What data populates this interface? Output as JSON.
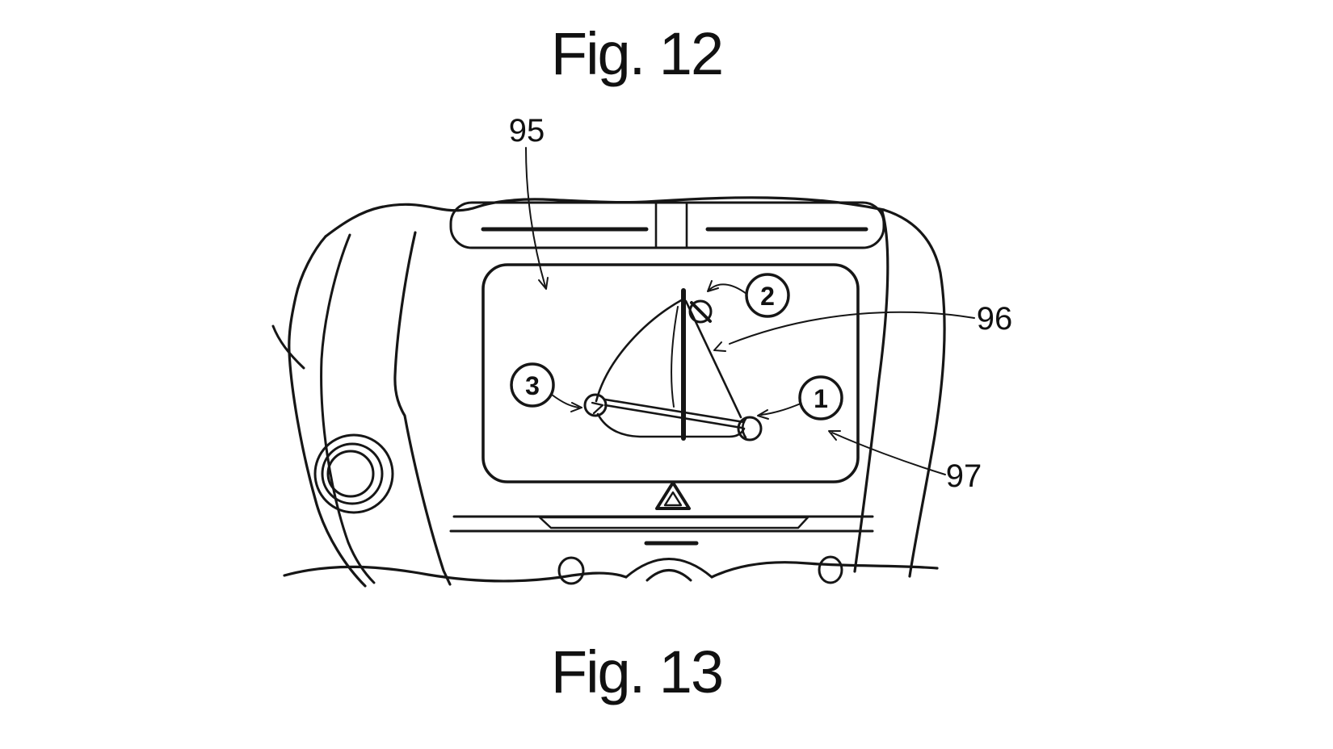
{
  "figure": {
    "title_top": "Fig. 12",
    "title_bottom": "Fig. 13"
  },
  "reference_labels": [
    {
      "number": "95",
      "points_to": "display screen"
    },
    {
      "number": "96",
      "points_to": "sailboat sketch"
    },
    {
      "number": "97",
      "points_to": "touch point marker"
    }
  ],
  "touch_points": [
    {
      "number": "1"
    },
    {
      "number": "2"
    },
    {
      "number": "3"
    }
  ]
}
